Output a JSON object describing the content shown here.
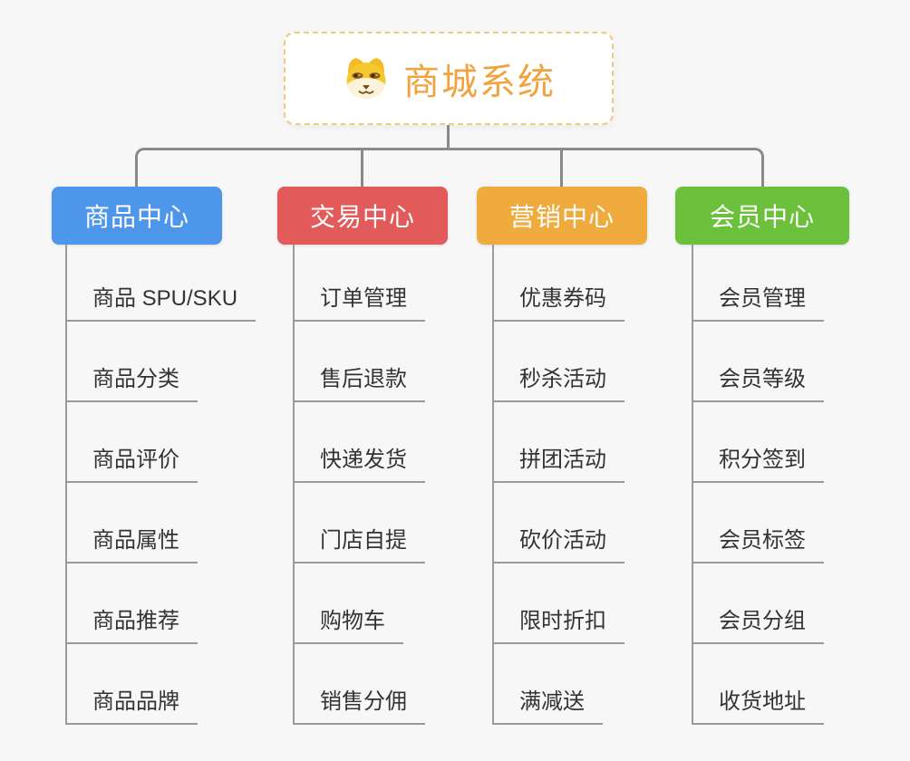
{
  "page": {
    "background_color": "#F7F7F7",
    "connector_color": "#8A8A8A",
    "leaf_line_color": "#9A9A9A",
    "leaf_text_color": "#333333"
  },
  "root": {
    "title": "商城系统",
    "icon": "dog-face-icon",
    "title_color": "#F1A33F",
    "border_color": "#F3C87E"
  },
  "branches": [
    {
      "label": "商品中心",
      "color": "#4D96E9",
      "items": [
        "商品 SPU/SKU",
        "商品分类",
        "商品评价",
        "商品属性",
        "商品推荐",
        "商品品牌"
      ]
    },
    {
      "label": "交易中心",
      "color": "#E25A5A",
      "items": [
        "订单管理",
        "售后退款",
        "快递发货",
        "门店自提",
        "购物车",
        "销售分佣"
      ]
    },
    {
      "label": "营销中心",
      "color": "#EFAB3D",
      "items": [
        "优惠券码",
        "秒杀活动",
        "拼团活动",
        "砍价活动",
        "限时折扣",
        "满减送"
      ]
    },
    {
      "label": "会员中心",
      "color": "#6BC13B",
      "items": [
        "会员管理",
        "会员等级",
        "积分签到",
        "会员标签",
        "会员分组",
        "收货地址"
      ]
    }
  ]
}
